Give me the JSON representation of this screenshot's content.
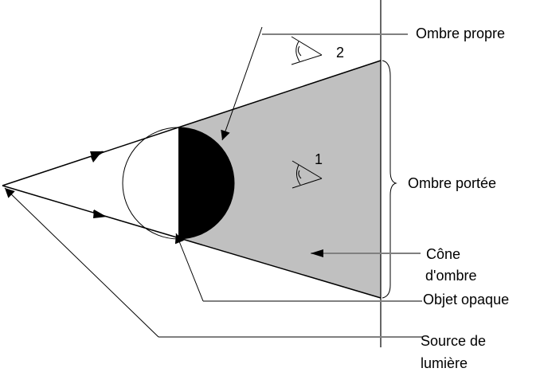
{
  "diagram": {
    "title": "Ombre propre et ombre portée",
    "labels": {
      "ombre_propre": "Ombre propre",
      "ombre_portee": "Ombre portée",
      "cone_line1": "Cône",
      "cone_line2": "d'ombre",
      "objet_opaque": "Objet opaque",
      "source_line1": "Source de",
      "source_line2": "lumière"
    },
    "observers": [
      {
        "id": "1",
        "label": "1",
        "region": "inside shadow cone"
      },
      {
        "id": "2",
        "label": "2",
        "region": "outside shadow cone"
      }
    ],
    "colors": {
      "cone_fill": "#c0c0c0",
      "shadow_fill": "#000000",
      "line": "#000000",
      "leader": "#808080",
      "background": "#ffffff"
    }
  }
}
